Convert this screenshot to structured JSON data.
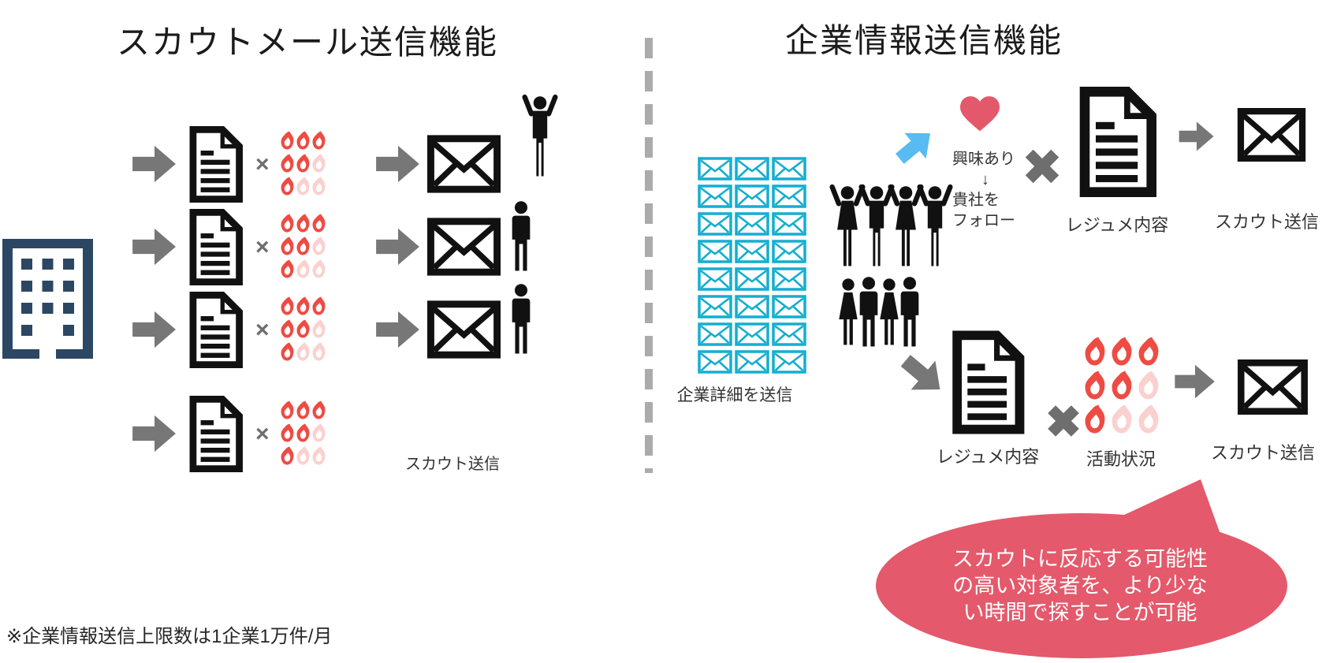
{
  "left_panel": {
    "title": "スカウトメール送信機能",
    "scout_send_label": "スカウト送信"
  },
  "right_panel": {
    "title": "企業情報送信機能",
    "mail_grid_label": "企業詳細を送信",
    "interest_lines": [
      "興味あり",
      "↓",
      "貴社を",
      "フォロー"
    ],
    "top_flow": {
      "resume_label": "レジュメ内容",
      "scout_send_label": "スカウト送信"
    },
    "bottom_flow": {
      "resume_label": "レジュメ内容",
      "activity_label": "活動状況",
      "scout_send_label": "スカウト送信"
    },
    "bubble_lines": [
      "スカウトに反応する可能性",
      "の高い対象者を、より少な",
      "い時間で探すことが可能"
    ]
  },
  "footnote": "※企業情報送信上限数は1企業1万件/月",
  "symbols": {
    "multiply": "×"
  },
  "fire_pattern": [
    [
      1,
      1,
      1
    ],
    [
      1,
      1,
      0
    ],
    [
      1,
      0,
      0
    ]
  ],
  "mail_grid": {
    "rows": 8,
    "cols": 3
  },
  "people_groups": {
    "scout_row_1": [
      "male"
    ],
    "scout_row_2": [
      "male"
    ],
    "scout_row_3": [
      "male"
    ],
    "interested": [
      "female",
      "male",
      "female",
      "male"
    ],
    "active": [
      "female",
      "male",
      "female",
      "male"
    ]
  },
  "colors": {
    "icon_black": "#111111",
    "arrow_gray": "#777777",
    "multiply_gray": "#6E6E6E",
    "flame_red": "#EE4B43",
    "heart_red": "#E4586B",
    "bubble_red": "#E4596B",
    "arrow_blue": "#58BBF1",
    "mail_cyan": "#14AECF",
    "building_navy": "#2C4763",
    "divider_gray": "#ABABAB"
  }
}
